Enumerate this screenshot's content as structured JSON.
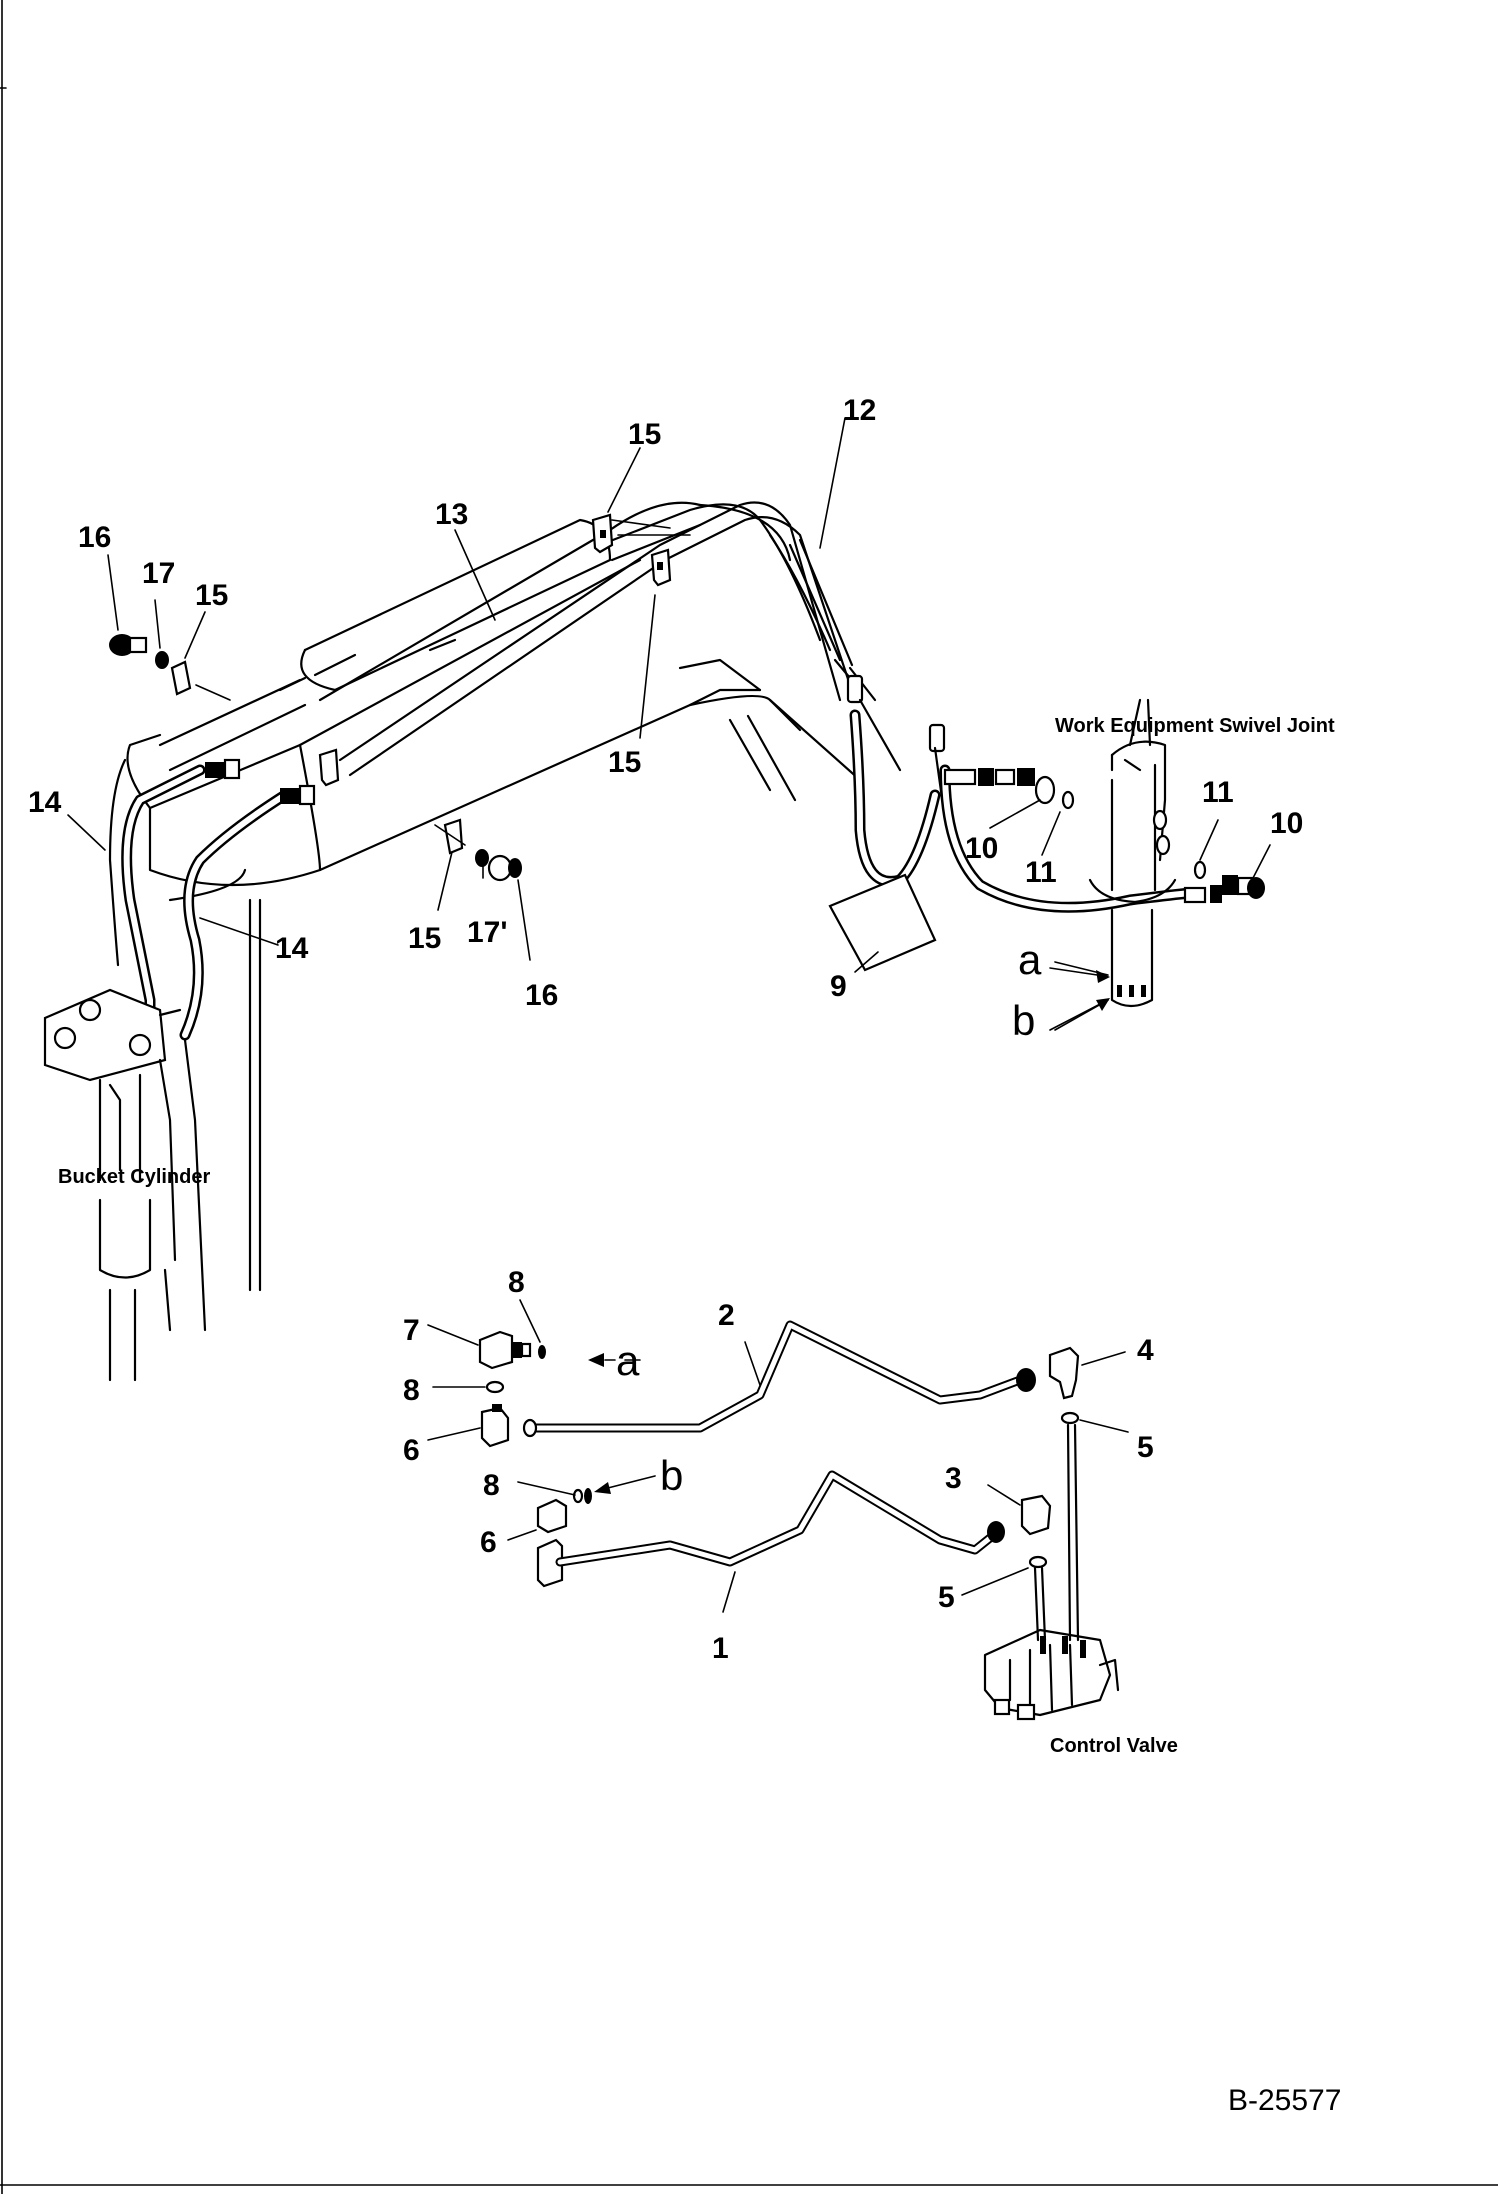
{
  "callouts": [
    {
      "id": "c16a",
      "text": "16"
    },
    {
      "id": "c17a",
      "text": "17"
    },
    {
      "id": "c15a",
      "text": "15"
    },
    {
      "id": "c13",
      "text": "13"
    },
    {
      "id": "c15b",
      "text": "15"
    },
    {
      "id": "c12",
      "text": "12"
    },
    {
      "id": "c15c",
      "text": "15"
    },
    {
      "id": "c14a",
      "text": "14"
    },
    {
      "id": "c14b",
      "text": "14"
    },
    {
      "id": "c15d",
      "text": "15"
    },
    {
      "id": "c17b",
      "text": "17'"
    },
    {
      "id": "c16b",
      "text": "16"
    },
    {
      "id": "c10a",
      "text": "10"
    },
    {
      "id": "c11a",
      "text": "11"
    },
    {
      "id": "c11b",
      "text": "11"
    },
    {
      "id": "c10b",
      "text": "10"
    },
    {
      "id": "c9",
      "text": "9"
    },
    {
      "id": "c8a",
      "text": "8"
    },
    {
      "id": "c7",
      "text": "7"
    },
    {
      "id": "c8b",
      "text": "8"
    },
    {
      "id": "c6a",
      "text": "6"
    },
    {
      "id": "c2",
      "text": "2"
    },
    {
      "id": "c4",
      "text": "4"
    },
    {
      "id": "c5a",
      "text": "5"
    },
    {
      "id": "c8c",
      "text": "8"
    },
    {
      "id": "c6b",
      "text": "6"
    },
    {
      "id": "c3",
      "text": "3"
    },
    {
      "id": "c5b",
      "text": "5"
    },
    {
      "id": "c1",
      "text": "1"
    }
  ],
  "letters": [
    {
      "id": "la1",
      "text": "a"
    },
    {
      "id": "lb1",
      "text": "b"
    },
    {
      "id": "la2",
      "text": "a"
    },
    {
      "id": "lb2",
      "text": "b"
    }
  ],
  "labels": {
    "swivel_joint": "Work Equipment Swivel Joint",
    "bucket_cylinder": "Bucket Cylinder",
    "control_valve": "Control Valve"
  },
  "drawing_number": "B-25577"
}
